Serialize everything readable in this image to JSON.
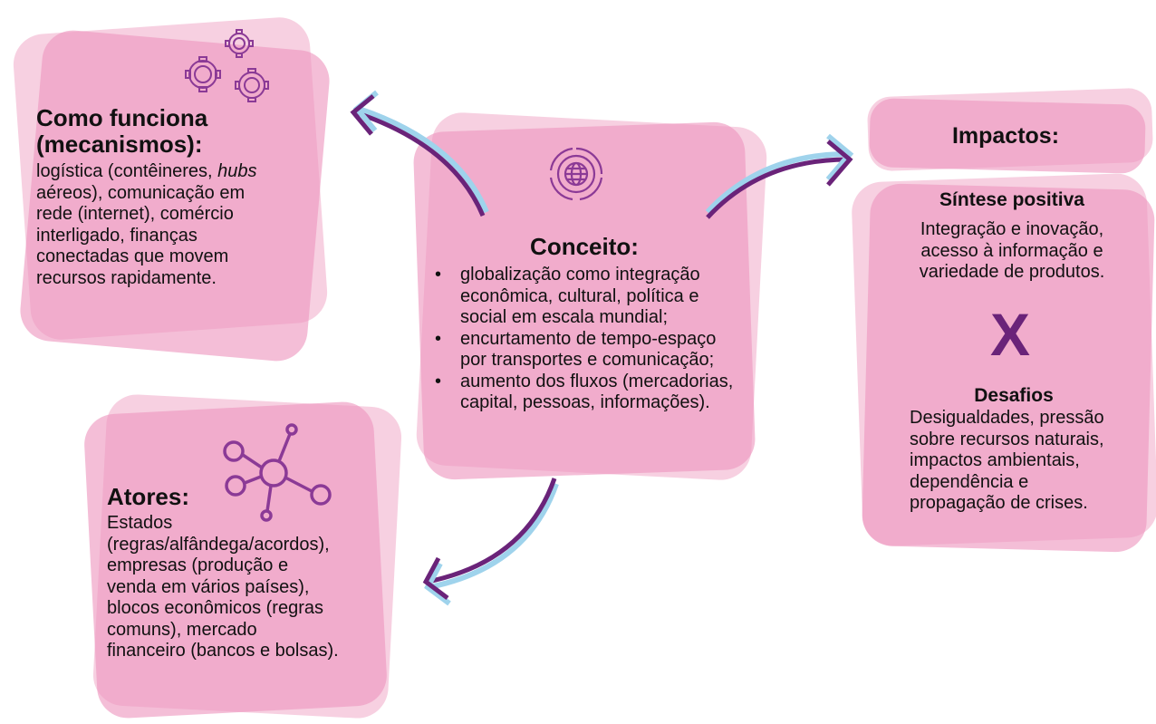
{
  "colors": {
    "purple": "#6a2379",
    "icon_purple": "#8b3a96",
    "light_blue": "#9fd3ec",
    "card_pink": "#f3a6c6"
  },
  "mechanisms": {
    "icon": "gears-icon",
    "title_line1": "Como funciona",
    "title_line2": "(mecanismos):",
    "line1_pre": "logística (contêineres, ",
    "line1_italic": "hubs",
    "lines": [
      "aéreos), comunicação em",
      "rede (internet), comércio",
      "interligado, finanças",
      "conectadas que movem",
      "recursos rapidamente."
    ]
  },
  "concept": {
    "icon": "globe-target-icon",
    "title": "Conceito:",
    "bullets": [
      "globalização como integração econômica, cultural, política e social em escala mundial;",
      "encurtamento de tempo-espaço por transportes e comunicação;",
      "aumento dos fluxos (mercadorias, capital, pessoas, informações)."
    ]
  },
  "impacts": {
    "title": "Impactos:",
    "positive_title": "Síntese positiva",
    "positive_lines": [
      "Integração e inovação,",
      "acesso à informação e",
      "variedade de produtos."
    ],
    "separator": "X",
    "challenges_title": "Desafios",
    "challenges_lines": [
      "Desigualdades, pressão",
      "sobre recursos naturais,",
      "impactos ambientais,",
      "dependência e",
      "propagação de crises."
    ]
  },
  "actors": {
    "icon": "network-icon",
    "title": "Atores:",
    "lines": [
      "Estados",
      "(regras/alfândega/acordos),",
      "empresas (produção e",
      "venda em vários países),",
      "blocos econômicos (regras",
      "comuns), mercado",
      "financeiro (bancos e bolsas)."
    ]
  }
}
